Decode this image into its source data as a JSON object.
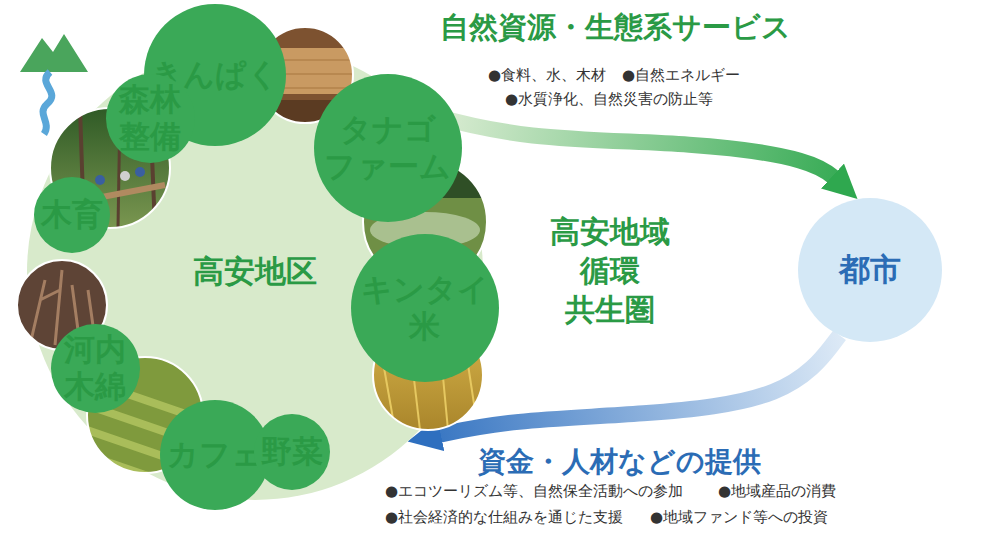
{
  "diagram": {
    "nodes": [
      {
        "text": [
          "高安地区"
        ]
      },
      {
        "text": [
          "きんぱく"
        ],
        "in": 0
      },
      {
        "text": [
          "森林整備"
        ],
        "in": 0
      },
      {
        "text": [
          "タナゴファーム"
        ],
        "in": 0
      },
      {
        "text": [
          "木育"
        ],
        "in": 0
      },
      {
        "text": [
          "キンタイ米"
        ],
        "in": 0
      },
      {
        "text": [
          "河内木綿"
        ],
        "in": 0
      },
      {
        "text": [
          "カフェ"
        ],
        "in": 0
      },
      {
        "text": [
          "野菜"
        ],
        "in": 0
      },
      {
        "text": [
          "都市"
        ]
      }
    ],
    "edges": [
      {
        "from": 0,
        "to": 9,
        "arrow": "to",
        "label": "自然資源・生態系サービス"
      },
      {
        "from": 9,
        "to": 0,
        "arrow": "to",
        "label": "資金・人材などの提供"
      }
    ],
    "labels": [
      "●食料、水、木材",
      "●自然エネルギー",
      "●水質浄化、自然災害の防止等",
      "高安地域 循環 共生圏",
      "●エコツーリズム等、自然保全活動への参加",
      "●地域産品の消費",
      "●社会経済的な仕組みを通じた支援",
      "●地域ファンド等への投資"
    ]
  }
}
